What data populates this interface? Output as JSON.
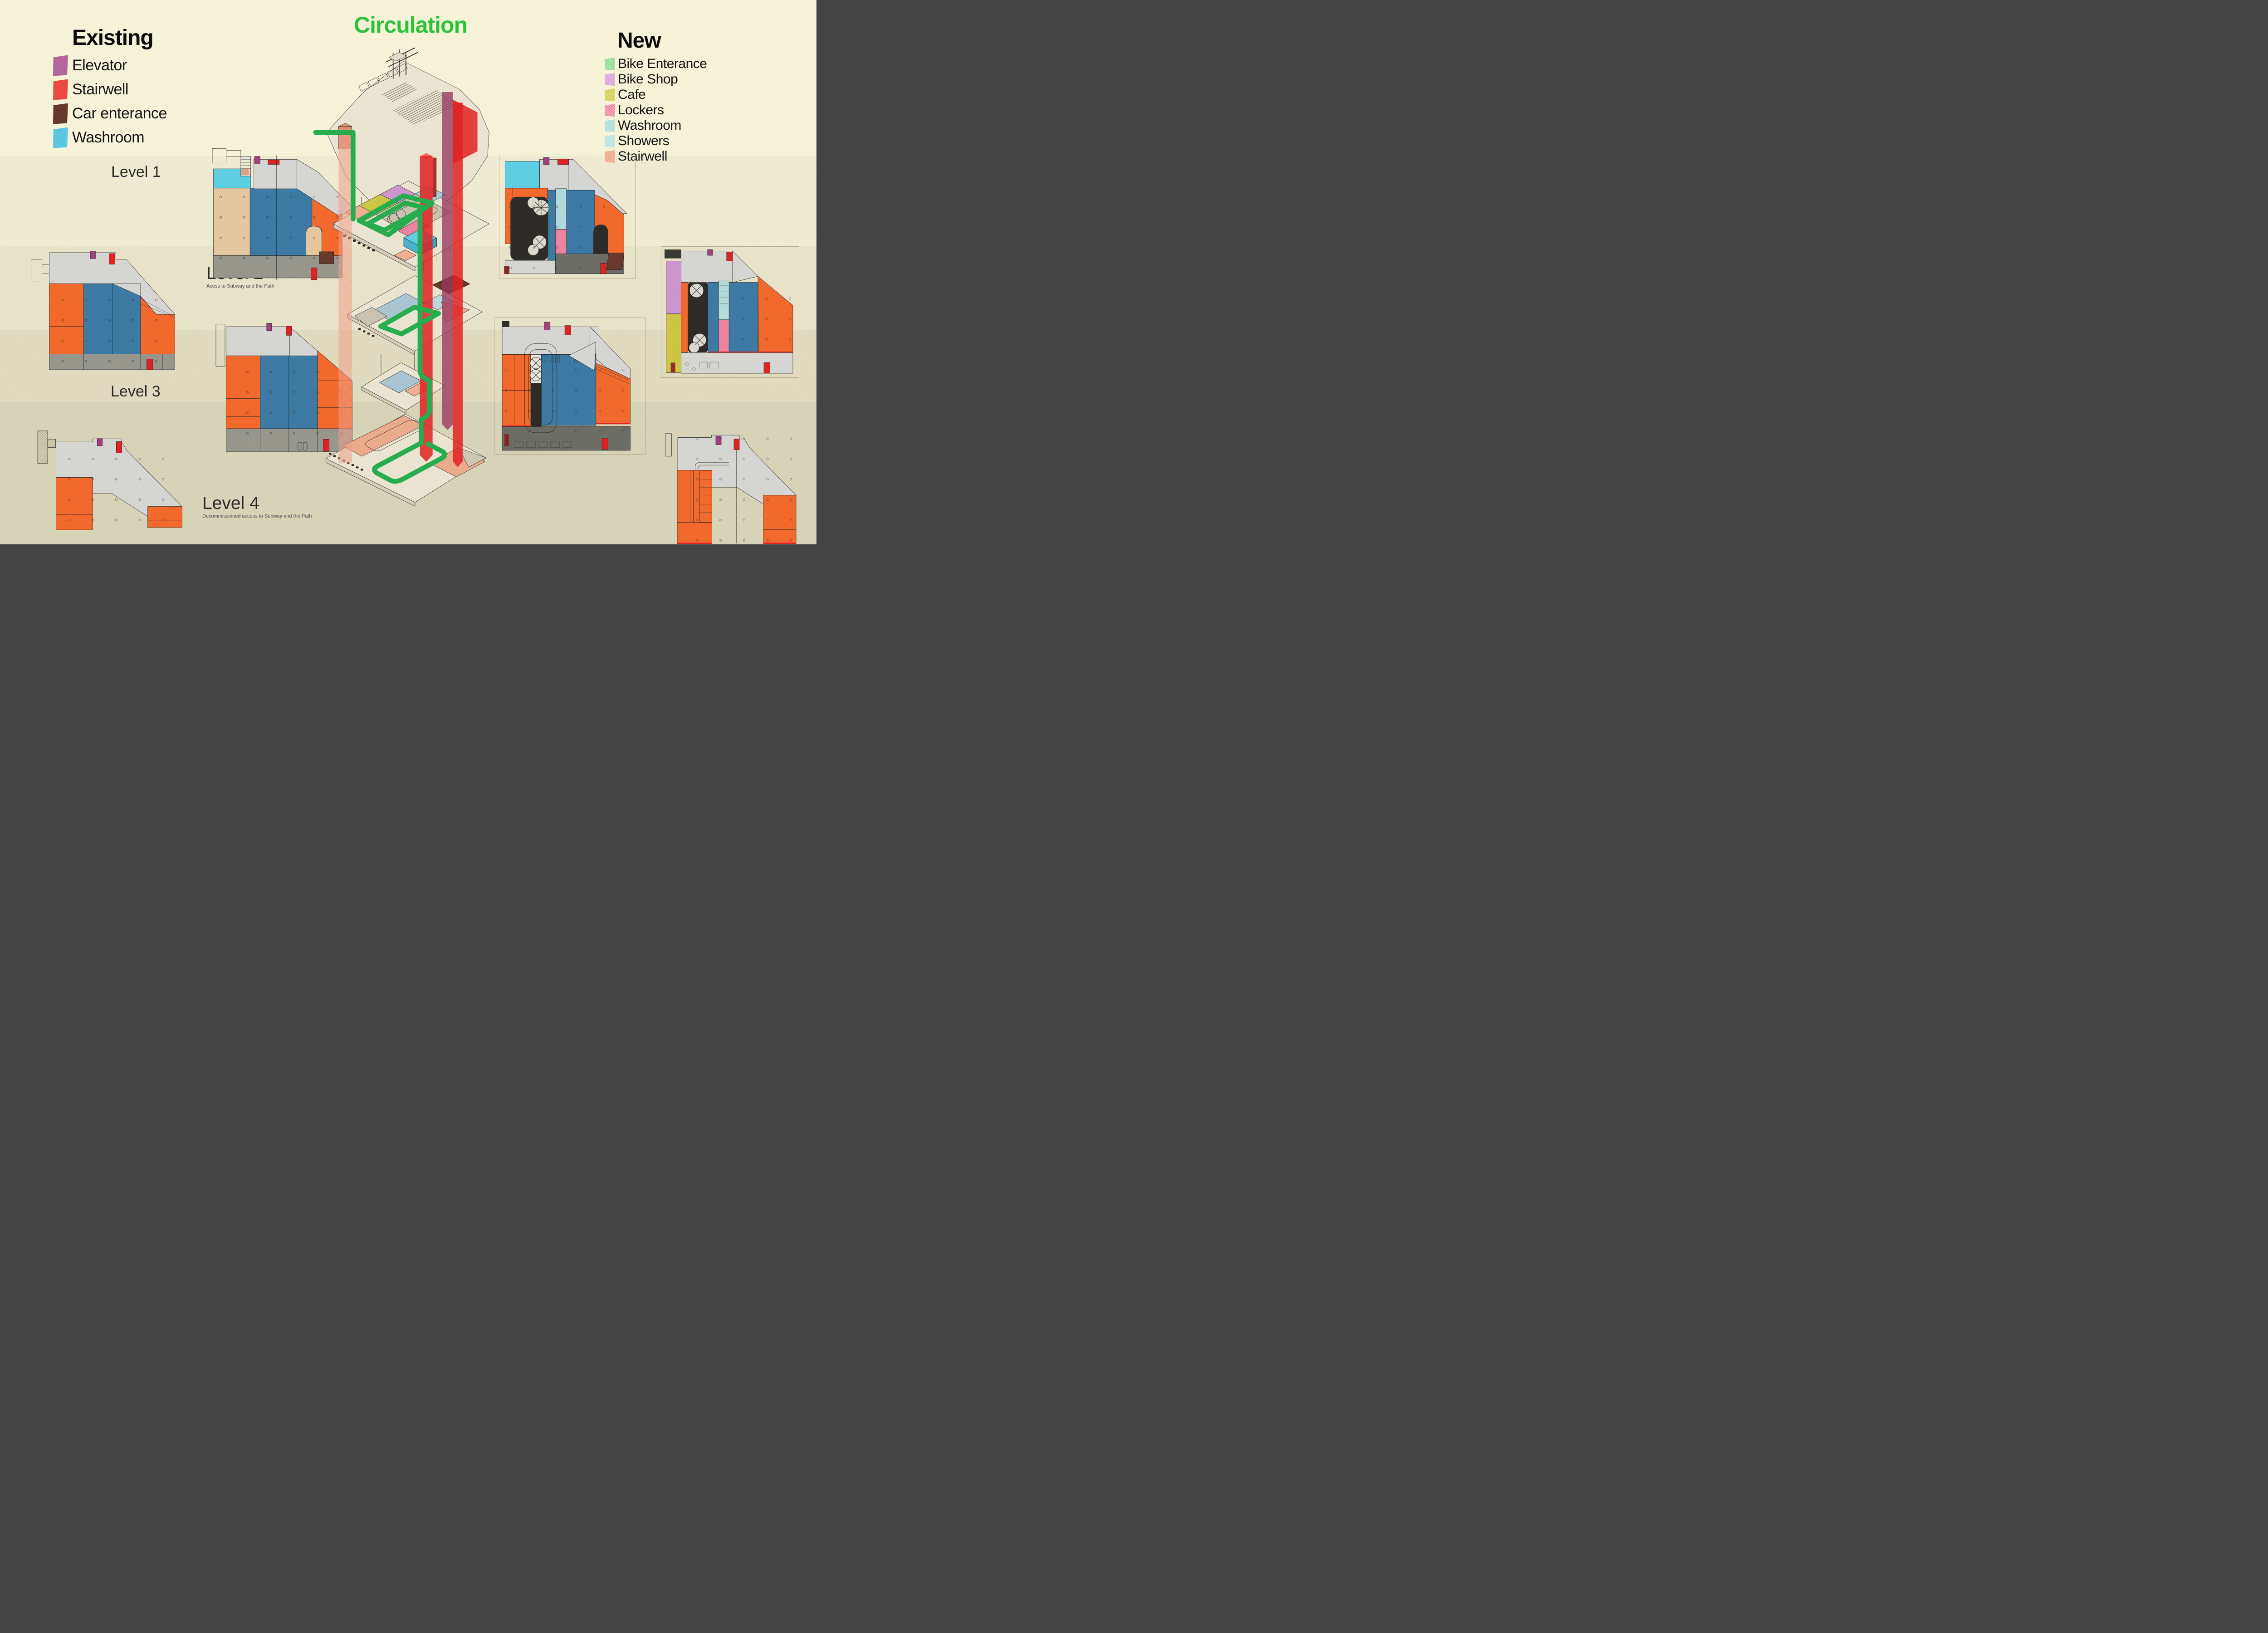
{
  "title": {
    "label": "Circulation",
    "color": "#2cc43d"
  },
  "legend_existing": {
    "title": "Existing",
    "items": [
      {
        "label": "Elevator",
        "color": "#b5679d",
        "icon": "elevator-swatch"
      },
      {
        "label": "Stairwell",
        "color": "#ee4b42",
        "icon": "stairwell-swatch"
      },
      {
        "label": "Car enterance",
        "color": "#66392a",
        "icon": "car-enterance-swatch"
      },
      {
        "label": "Washroom",
        "color": "#5ec8e5",
        "icon": "washroom-swatch"
      }
    ]
  },
  "legend_new": {
    "title": "New",
    "items": [
      {
        "label": "Bike Enterance",
        "color": "#8fd98f",
        "icon": "bike-enterance-swatch"
      },
      {
        "label": "Bike Shop",
        "color": "#d79fd7",
        "icon": "bike-shop-swatch"
      },
      {
        "label": "Cafe",
        "color": "#d4ce49",
        "icon": "cafe-swatch"
      },
      {
        "label": "Lockers",
        "color": "#f2849e",
        "icon": "lockers-swatch"
      },
      {
        "label": "Washroom",
        "color": "#aadcd8",
        "icon": "washroom-new-swatch"
      },
      {
        "label": "Showers",
        "color": "#b7e2de",
        "icon": "showers-swatch"
      },
      {
        "label": "Stairwell",
        "color": "#f2a183",
        "icon": "stairwell-new-swatch"
      }
    ]
  },
  "levels": [
    {
      "label": "Level 1",
      "subtitle": ""
    },
    {
      "label": "Level 2",
      "subtitle": "Acess to Subway and the Path"
    },
    {
      "label": "Level 3",
      "subtitle": ""
    },
    {
      "label": "Level 4",
      "subtitle": "Decommissioned  access to Subway and the Path"
    }
  ],
  "palette": {
    "bg0": "#f8f5d9",
    "bg1": "#f1edd3",
    "bg2": "#eae5ca",
    "bg3": "#e2ddc1",
    "bg4": "#d9d5b9",
    "titlegreen": "#2cc43d",
    "circgreen": "#27ae4f",
    "elevator": "#a4407f",
    "planred": "#e32222",
    "stairred": "#e73a31",
    "brown": "#6a392b",
    "cyan": "#5fd0e4",
    "orange": "#f46a2d",
    "blue": "#3d7ba6",
    "tan": "#e6c8a1",
    "plangray": "#d7d7d3",
    "plangraydark": "#98988f",
    "newbottomdark": "#6e6e67",
    "dark": "#2e2c28",
    "peach": "#f2b091",
    "salmon": "#ed9478",
    "lockers": "#f287a5",
    "bikeshop": "#d39ad4",
    "cafe": "#d2cc49",
    "showers": "#b9e1dd",
    "washnew": "#b4dfe3",
    "slabbase": "#ece6d3",
    "slabside": "#d6cfba",
    "deckgray": "#cfc9b4",
    "paleblue": "#aac7d3"
  }
}
